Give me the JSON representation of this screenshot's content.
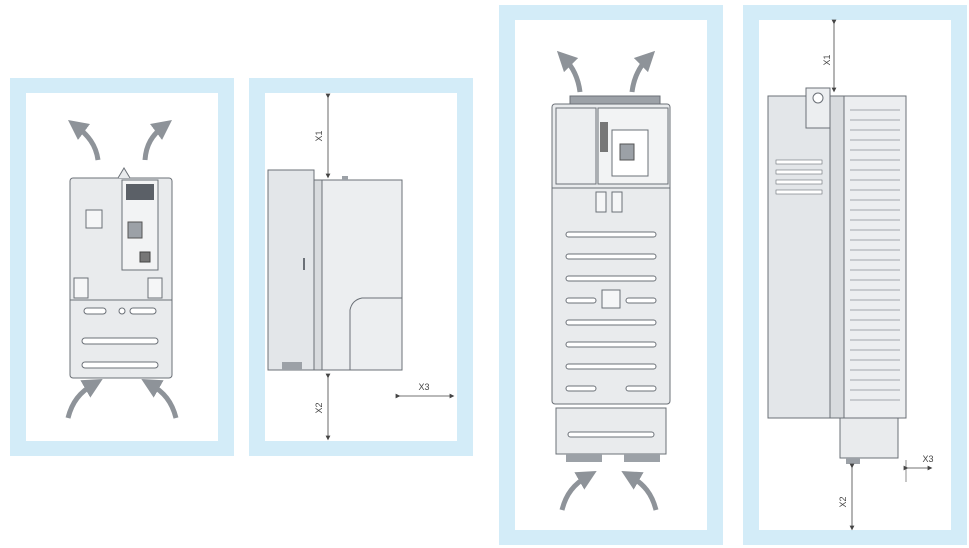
{
  "figure": {
    "colors": {
      "panel_bg": "#d3ecf8",
      "inner_bg": "#ffffff",
      "device_fill": "#e9ebed",
      "device_stroke": "#6b7077",
      "arrow": "#8e9399"
    },
    "panels": [
      {
        "id": "small-front",
        "view": "front",
        "icon": "airflow-arrow-icon"
      },
      {
        "id": "small-side",
        "view": "side",
        "labels": {
          "top": "X1",
          "bottom": "X2",
          "right": "X3"
        }
      },
      {
        "id": "large-front",
        "view": "front",
        "icon": "airflow-arrow-icon"
      },
      {
        "id": "large-side",
        "view": "side",
        "labels": {
          "top": "X1",
          "bottom": "X2",
          "right": "X3"
        }
      }
    ]
  }
}
